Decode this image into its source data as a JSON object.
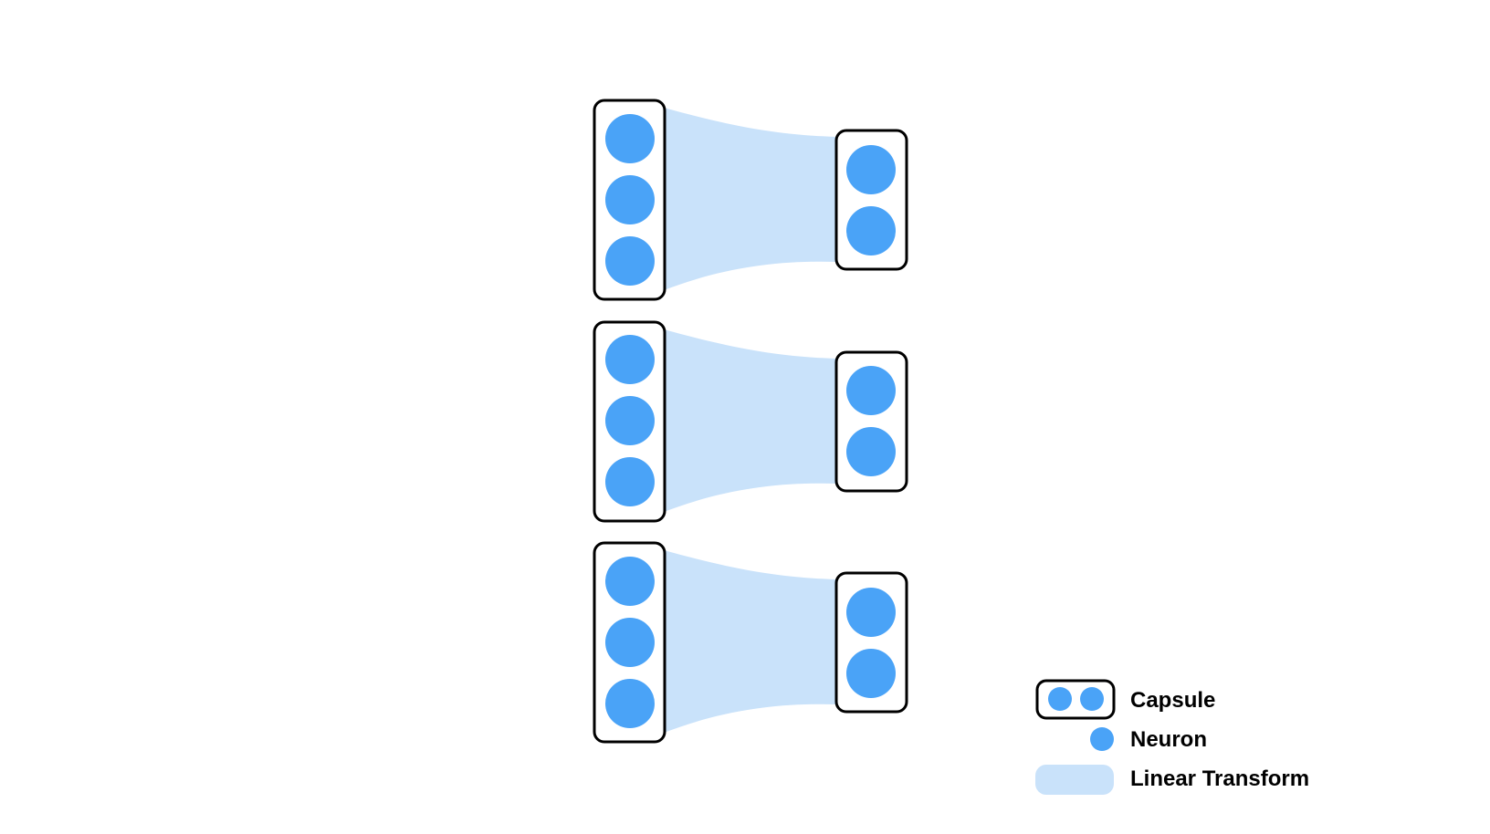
{
  "colors": {
    "neuron": "#4aa3f7",
    "transform": "#c9e2fa",
    "capsule_border": "#000000",
    "background": "#ffffff"
  },
  "diagram": {
    "groups": [
      {
        "input_neurons": 3,
        "output_neurons": 2
      },
      {
        "input_neurons": 3,
        "output_neurons": 2
      },
      {
        "input_neurons": 3,
        "output_neurons": 2
      }
    ]
  },
  "legend": {
    "capsule_label": "Capsule",
    "neuron_label": "Neuron",
    "transform_label": "Linear Transform"
  }
}
